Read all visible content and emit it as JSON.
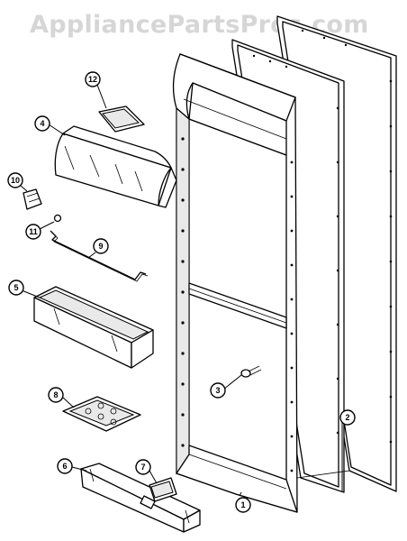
{
  "watermark": "AppliancePartsPros.com",
  "callouts": [
    "1",
    "2",
    "3",
    "4",
    "5",
    "6",
    "7",
    "8",
    "9",
    "10",
    "11",
    "12"
  ]
}
